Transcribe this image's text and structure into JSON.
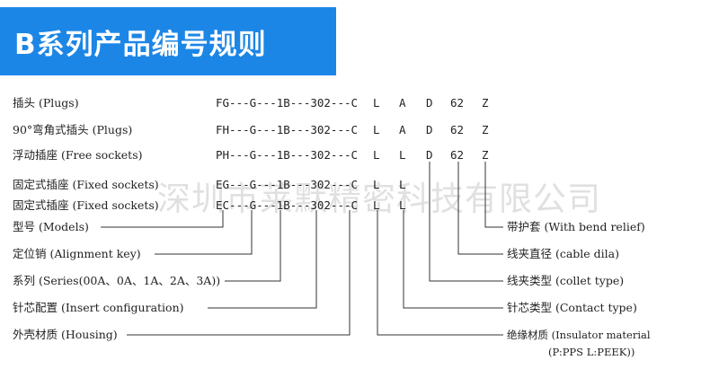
{
  "banner": {
    "title": "B系列产品编号规则"
  },
  "rows": [
    {
      "label": "插头 (Plugs)",
      "code": "FG---G---1B---302---C",
      "letters": [
        "L",
        "A",
        "D",
        "62",
        "Z"
      ]
    },
    {
      "label": "90°弯角式插头 (Plugs)",
      "code": "FH---G---1B---302---C",
      "letters": [
        "L",
        "A",
        "D",
        "62",
        "Z"
      ]
    },
    {
      "label": "浮动插座 (Free sockets)",
      "code": "PH---G---1B---302---C",
      "letters": [
        "L",
        "L",
        "D",
        "62",
        "Z"
      ]
    },
    {
      "label": "固定式插座 (Fixed sockets)",
      "code": "EG---G---1B---302---C",
      "letters": [
        "L",
        "L"
      ]
    },
    {
      "label": "固定式插座 (Fixed sockets)",
      "code": "EC---G---1B---302---C",
      "letters": [
        "L",
        "L"
      ]
    }
  ],
  "left_legend": [
    "型号 (Models)",
    "定位销 (Alignment key)",
    "系列 (Series(00A、0A、1A、2A、3A))",
    "针芯配置 (Insert configuration)",
    "外壳材质 (Housing)"
  ],
  "right_legend": [
    "带护套 (With bend relief)",
    "线夹直径 (cable dila)",
    "线夹类型 (collet type)",
    "针芯类型 (Contact type)",
    "绝缘材质 (Insulator material"
  ],
  "right_legend_extra": "(P:PPS L:PEEK))",
  "watermark": "深圳市莱默精密科技有限公司"
}
